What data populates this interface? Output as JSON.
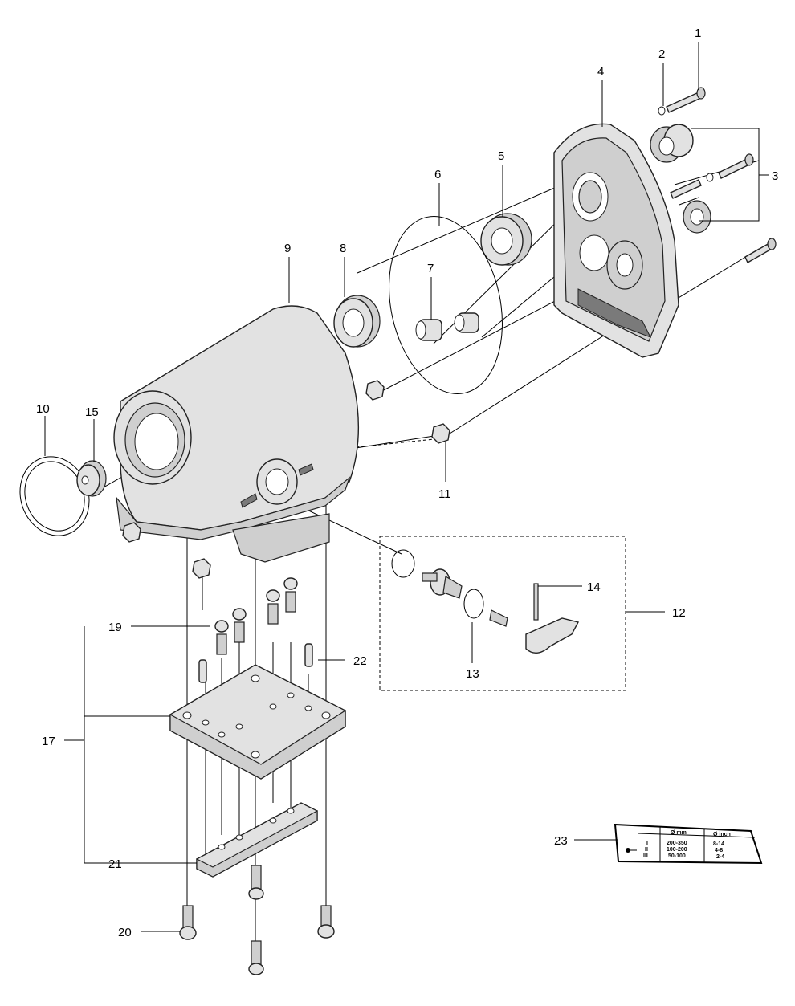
{
  "callouts": [
    "1",
    "2",
    "3",
    "4",
    "5",
    "6",
    "7",
    "8",
    "9",
    "10",
    "11",
    "12",
    "13",
    "14",
    "15",
    "17",
    "19",
    "20",
    "21",
    "22",
    "23"
  ],
  "decal": {
    "headers": [
      "Ø mm",
      "Ø inch"
    ],
    "rows": [
      {
        "level": "I",
        "mm": "200-350",
        "inch": "8-14"
      },
      {
        "level": "II",
        "mm": "100-200",
        "inch": "4-8"
      },
      {
        "level": "III",
        "mm": "50-100",
        "inch": "2-4"
      }
    ]
  }
}
